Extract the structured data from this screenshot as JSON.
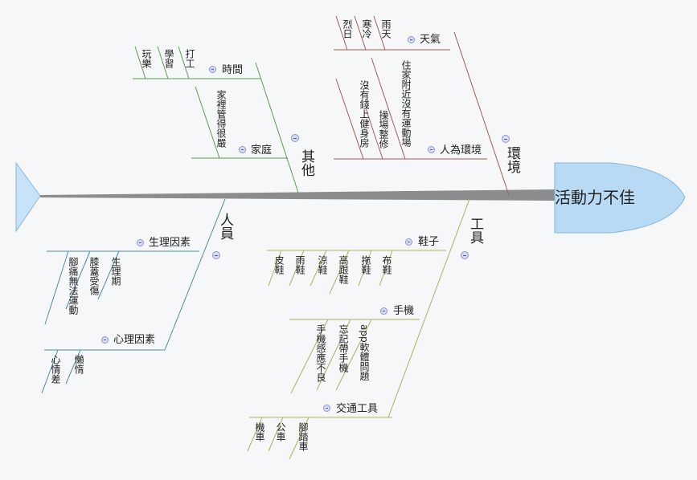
{
  "head": {
    "label": "活動力不佳"
  },
  "categories": {
    "environment": {
      "label": "環境",
      "sub1": {
        "label": "天氣",
        "items": [
          "雨天",
          "寒冷",
          "烈日"
        ]
      },
      "sub2": {
        "label": "人為環境",
        "items": [
          "住家附近沒有運動場",
          "操場整修",
          "沒有錢上健身房"
        ]
      }
    },
    "other": {
      "label": "其他",
      "sub1": {
        "label": "時間",
        "items": [
          "打工",
          "學習",
          "玩樂"
        ]
      },
      "sub2": {
        "label": "家庭",
        "items": [
          "家裡管得很嚴"
        ]
      }
    },
    "person": {
      "label": "人員",
      "sub1": {
        "label": "生理因素",
        "items": [
          "生理期",
          "膝蓋受傷",
          "腳痛無法運動"
        ]
      },
      "sub2": {
        "label": "心理因素",
        "items": [
          "懶惰",
          "心情差"
        ]
      }
    },
    "tools": {
      "label": "工具",
      "sub1": {
        "label": "鞋子",
        "items": [
          "布鞋",
          "拖鞋",
          "高跟鞋",
          "涼鞋",
          "雨鞋",
          "皮鞋"
        ]
      },
      "sub2": {
        "label": "手機",
        "items": [
          "app軟體問題",
          "忘記帶手機",
          "手機感應不良"
        ]
      },
      "sub3": {
        "label": "交通工具",
        "items": [
          "腳踏車",
          "公車",
          "機車"
        ]
      }
    }
  },
  "colors": {
    "spine": "#808080",
    "environment": "#a35a5a",
    "other": "#5f9a55",
    "person": "#4e8e9e",
    "tools": "#a5b561",
    "head_fill": "#b7d9f3",
    "head_stroke": "#7fb2d9"
  }
}
